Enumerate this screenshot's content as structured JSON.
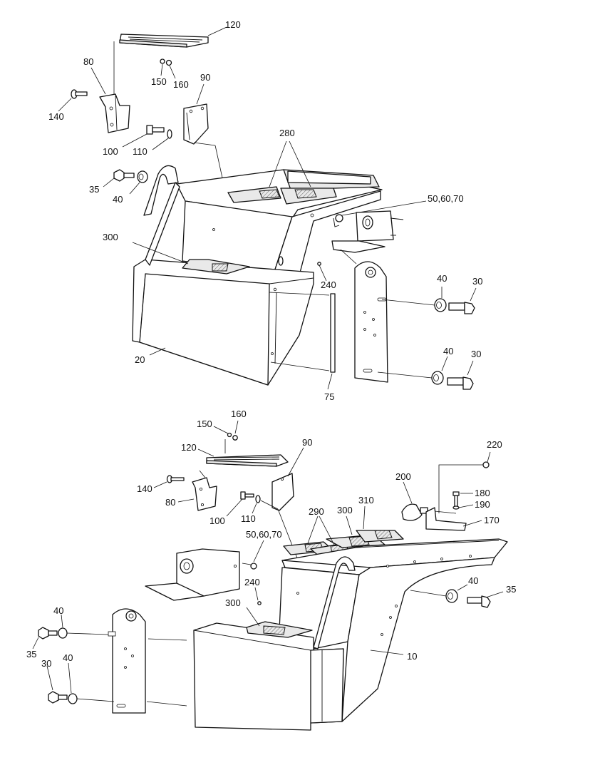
{
  "callouts_top": [
    {
      "id": "t-120",
      "text": "120"
    },
    {
      "id": "t-80",
      "text": "80"
    },
    {
      "id": "t-150",
      "text": "150"
    },
    {
      "id": "t-160",
      "text": "160"
    },
    {
      "id": "t-90",
      "text": "90"
    },
    {
      "id": "t-140",
      "text": "140"
    },
    {
      "id": "t-100",
      "text": "100"
    },
    {
      "id": "t-110",
      "text": "110"
    },
    {
      "id": "t-280",
      "text": "280"
    },
    {
      "id": "t-35",
      "text": "35"
    },
    {
      "id": "t-40a",
      "text": "40"
    },
    {
      "id": "t-506070",
      "text": "50,60,70"
    },
    {
      "id": "t-300",
      "text": "300"
    },
    {
      "id": "t-240",
      "text": "240"
    },
    {
      "id": "t-40b",
      "text": "40"
    },
    {
      "id": "t-30a",
      "text": "30"
    },
    {
      "id": "t-40c",
      "text": "40"
    },
    {
      "id": "t-30b",
      "text": "30"
    },
    {
      "id": "t-20",
      "text": "20"
    },
    {
      "id": "t-75",
      "text": "75"
    }
  ],
  "callouts_bottom": [
    {
      "id": "b-160",
      "text": "160"
    },
    {
      "id": "b-150",
      "text": "150"
    },
    {
      "id": "b-120",
      "text": "120"
    },
    {
      "id": "b-90",
      "text": "90"
    },
    {
      "id": "b-220",
      "text": "220"
    },
    {
      "id": "b-140",
      "text": "140"
    },
    {
      "id": "b-200",
      "text": "200"
    },
    {
      "id": "b-180",
      "text": "180"
    },
    {
      "id": "b-80",
      "text": "80"
    },
    {
      "id": "b-190",
      "text": "190"
    },
    {
      "id": "b-100",
      "text": "100"
    },
    {
      "id": "b-110",
      "text": "110"
    },
    {
      "id": "b-290",
      "text": "290"
    },
    {
      "id": "b-300a",
      "text": "300"
    },
    {
      "id": "b-310",
      "text": "310"
    },
    {
      "id": "b-170",
      "text": "170"
    },
    {
      "id": "b-506070",
      "text": "50,60,70"
    },
    {
      "id": "b-40a",
      "text": "40"
    },
    {
      "id": "b-35a",
      "text": "35"
    },
    {
      "id": "b-240",
      "text": "240"
    },
    {
      "id": "b-300b",
      "text": "300"
    },
    {
      "id": "b-40b",
      "text": "40"
    },
    {
      "id": "b-35b",
      "text": "35"
    },
    {
      "id": "b-10",
      "text": "10"
    },
    {
      "id": "b-30",
      "text": "30"
    },
    {
      "id": "b-40c",
      "text": "40"
    }
  ]
}
